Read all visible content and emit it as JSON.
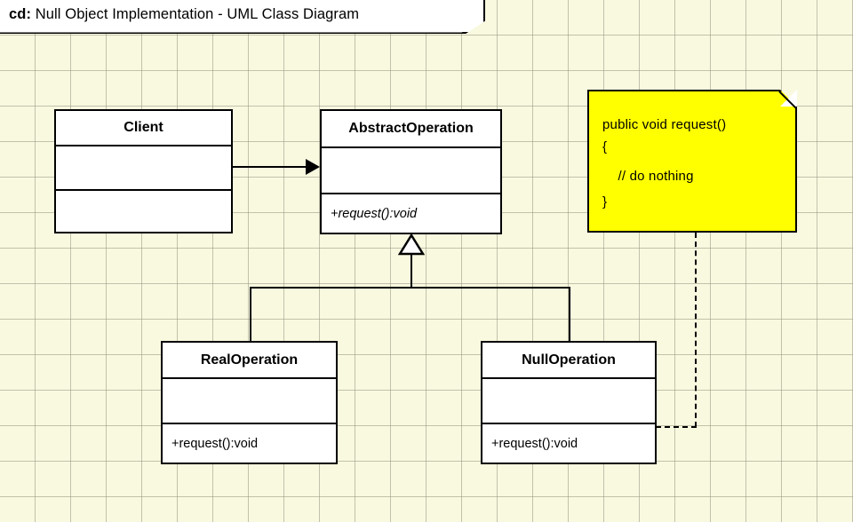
{
  "diagram": {
    "frame_label_bold": "cd:",
    "frame_label_rest": " Null Object Implementation - UML Class Diagram",
    "background_color": "#f9f9e0",
    "grid_color": "#96967f",
    "line_color": "#000000",
    "note_color": "#ffff00"
  },
  "classes": [
    {
      "id": "client",
      "name": "Client",
      "attributes": "",
      "operations": "",
      "abstract": false
    },
    {
      "id": "abstract-operation",
      "name": "AbstractOperation",
      "attributes": "",
      "operations": "+request():void",
      "abstract": true
    },
    {
      "id": "real-operation",
      "name": "RealOperation",
      "attributes": "",
      "operations": "+request():void",
      "abstract": false
    },
    {
      "id": "null-operation",
      "name": "NullOperation",
      "attributes": "",
      "operations": "+request():void",
      "abstract": false
    }
  ],
  "note": {
    "line1": "public void request()",
    "line2": "{",
    "line3": "    // do nothing",
    "line4": "}"
  },
  "relationships": [
    {
      "id": "client-to-abstract",
      "type": "association",
      "from": "Client",
      "to": "AbstractOperation"
    },
    {
      "id": "real-generalization",
      "type": "generalization",
      "from": "RealOperation",
      "to": "AbstractOperation"
    },
    {
      "id": "null-generalization",
      "type": "generalization",
      "from": "NullOperation",
      "to": "AbstractOperation"
    },
    {
      "id": "note-anchor",
      "type": "note-link",
      "from": "note",
      "to": "NullOperation"
    }
  ]
}
